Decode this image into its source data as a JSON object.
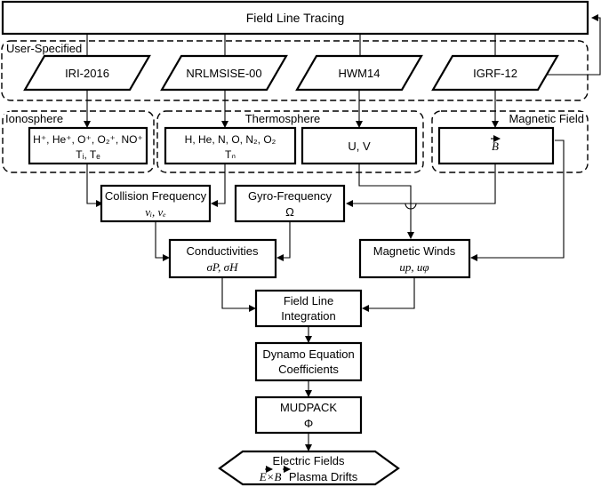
{
  "top": {
    "title": "Field Line Tracing"
  },
  "groups": {
    "user_specified": "User-Specified",
    "ionosphere": "Ionosphere",
    "thermosphere": "Thermosphere",
    "magnetic_field": "Magnetic Field"
  },
  "models": [
    "IRI-2016",
    "NRLMSISE-00",
    "HWM14",
    "IGRF-12"
  ],
  "outputs": {
    "iono_line1": "H⁺, He⁺, O⁺, O₂⁺, NO⁺",
    "iono_line2": "Tᵢ, Tₑ",
    "thermo_line1": "H, He,  N, O, N₂, O₂",
    "thermo_line2": "Tₙ",
    "winds": "U, V",
    "bfield": "B"
  },
  "process": {
    "collision_title": "Collision Frequency",
    "collision_sym": "νᵢ, νₑ",
    "gyro_title": "Gyro-Frequency",
    "gyro_sym": "Ω",
    "cond_title": "Conductivities",
    "cond_sym": "σP, σH",
    "mwinds_title": "Magnetic Winds",
    "mwinds_sym": "up, uφ",
    "fli_line1": "Field Line",
    "fli_line2": "Integration",
    "dyn_line1": "Dynamo Equation",
    "dyn_line2": "Coefficients",
    "mud_title": "MUDPACK",
    "mud_sym": "Φ",
    "ef_line1": "Electric Fields",
    "ef_line2_sym": "E×B",
    "ef_line2_text": "Plasma Drifts"
  }
}
